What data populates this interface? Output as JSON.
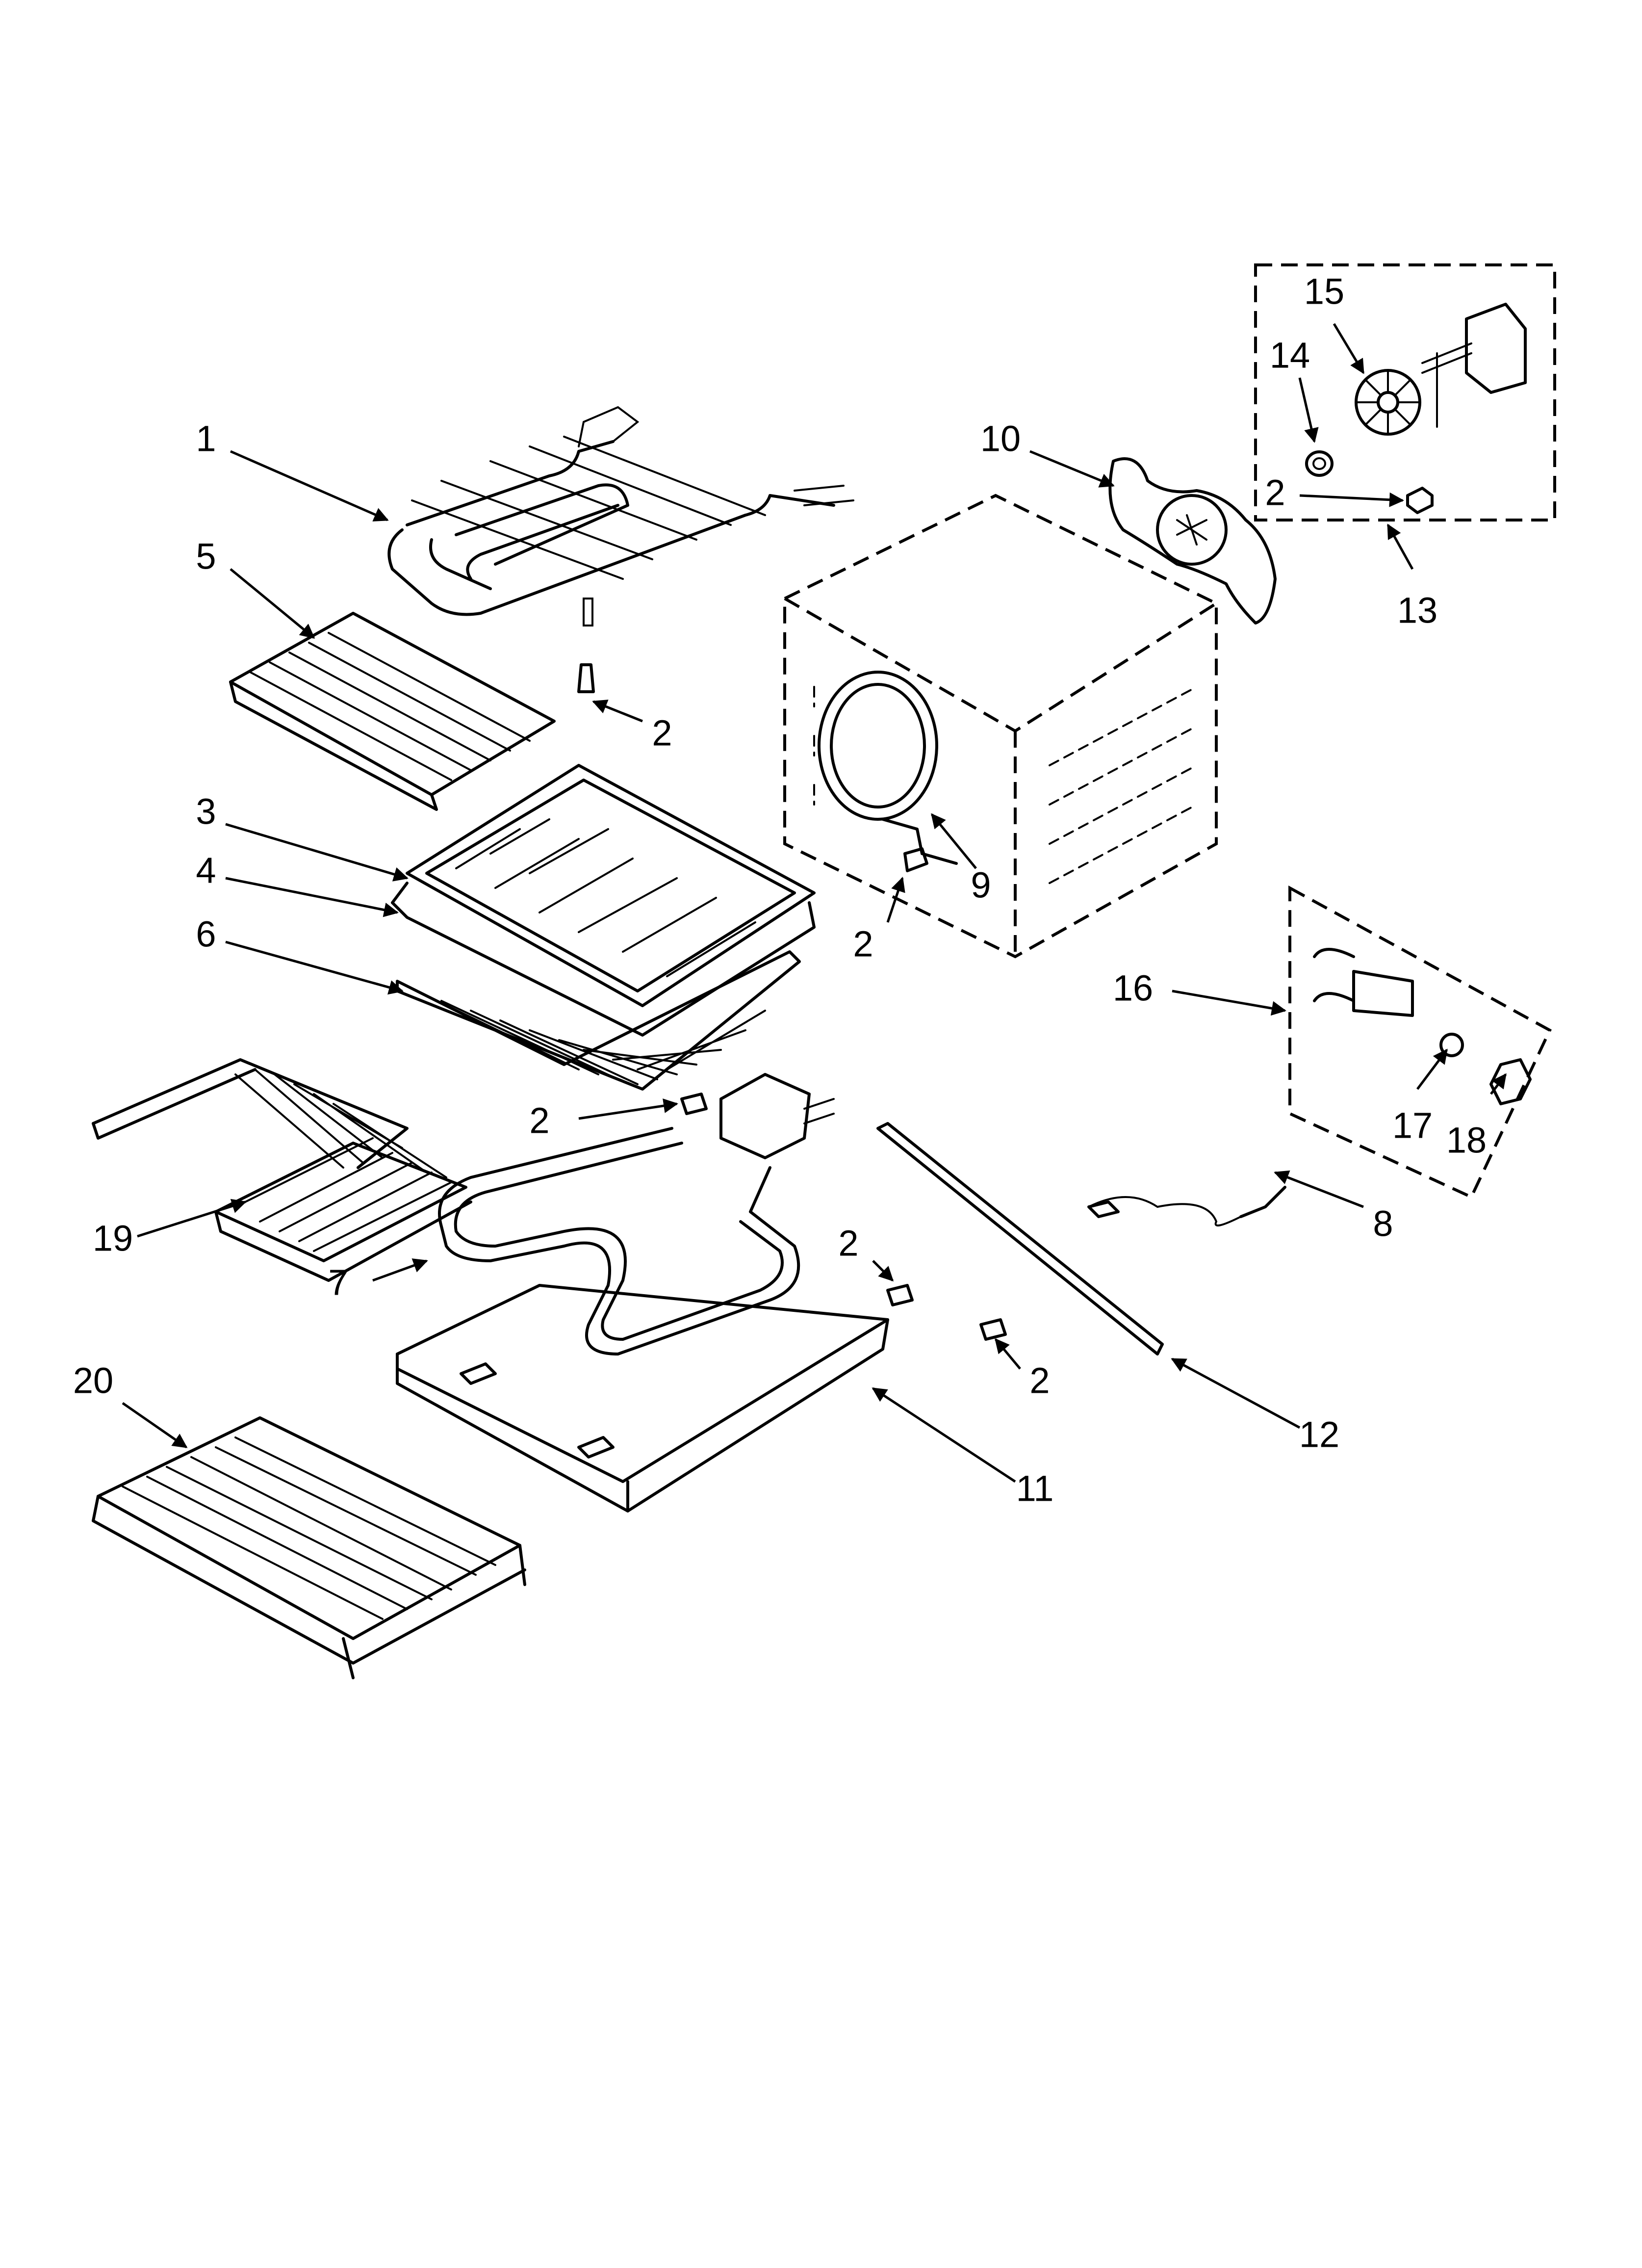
{
  "diagram": {
    "callouts": [
      {
        "id": "c1",
        "label": "1"
      },
      {
        "id": "c2a",
        "label": "2"
      },
      {
        "id": "c2b",
        "label": "2"
      },
      {
        "id": "c2c",
        "label": "2"
      },
      {
        "id": "c2d",
        "label": "2"
      },
      {
        "id": "c2e",
        "label": "2"
      },
      {
        "id": "c2f",
        "label": "2"
      },
      {
        "id": "c3",
        "label": "3"
      },
      {
        "id": "c4",
        "label": "4"
      },
      {
        "id": "c5",
        "label": "5"
      },
      {
        "id": "c6",
        "label": "6"
      },
      {
        "id": "c7",
        "label": "7"
      },
      {
        "id": "c8",
        "label": "8"
      },
      {
        "id": "c9",
        "label": "9"
      },
      {
        "id": "c10",
        "label": "10"
      },
      {
        "id": "c11",
        "label": "11"
      },
      {
        "id": "c12",
        "label": "12"
      },
      {
        "id": "c13",
        "label": "13"
      },
      {
        "id": "c14",
        "label": "14"
      },
      {
        "id": "c15",
        "label": "15"
      },
      {
        "id": "c16",
        "label": "16"
      },
      {
        "id": "c17",
        "label": "17"
      },
      {
        "id": "c18",
        "label": "18"
      },
      {
        "id": "c19",
        "label": "19"
      },
      {
        "id": "c20",
        "label": "20"
      }
    ]
  }
}
